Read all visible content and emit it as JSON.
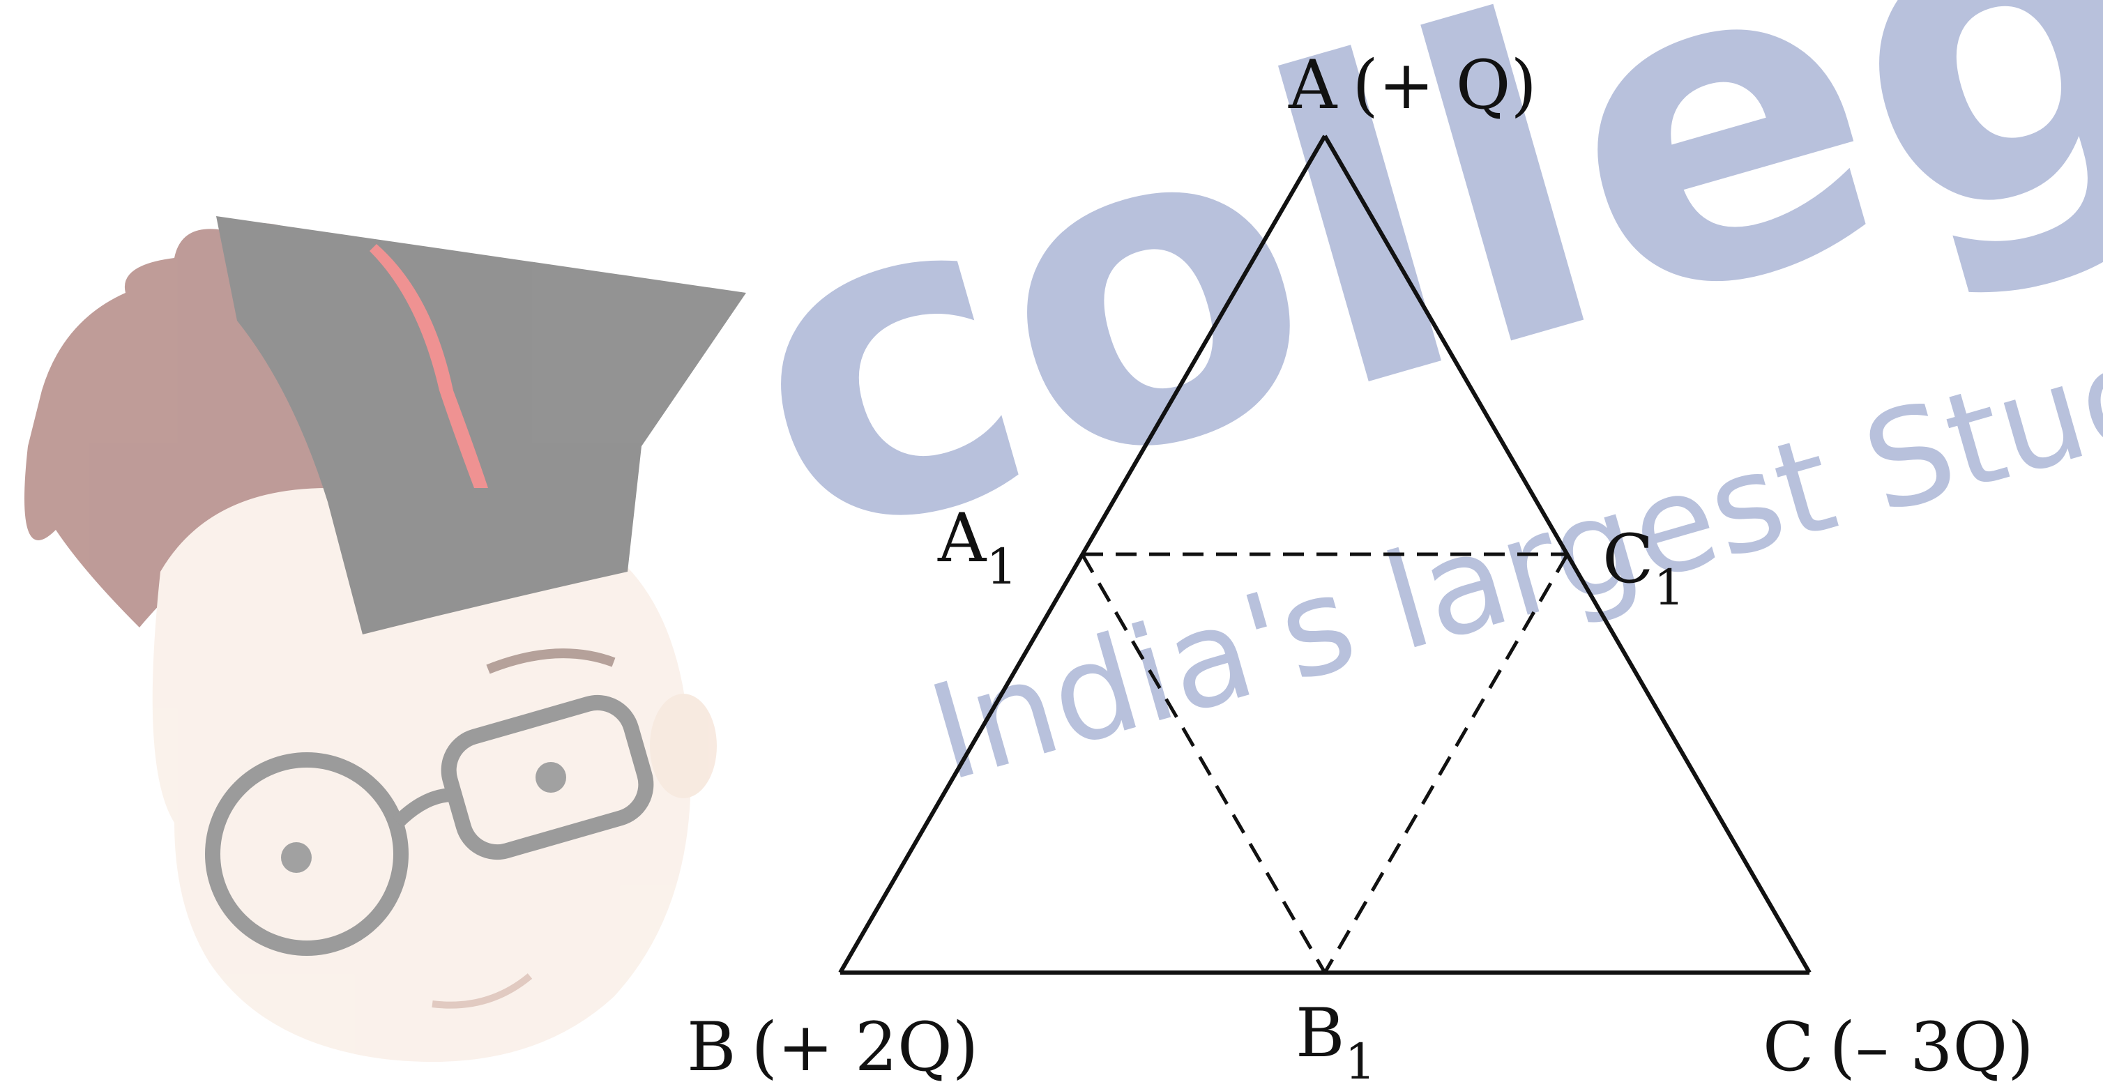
{
  "watermark": {
    "brand": "college",
    "tagline": "India's largest Student",
    "brand_color": "#6f80b8"
  },
  "diagram": {
    "vertices": {
      "A": {
        "letter": "A",
        "charge": "(+ Q)"
      },
      "B": {
        "letter": "B",
        "charge": "(+ 2Q)"
      },
      "C": {
        "letter": "C",
        "charge": "(– 3Q)"
      }
    },
    "midpoints": {
      "A1": {
        "letter": "A",
        "subscript": "1"
      },
      "B1": {
        "letter": "B",
        "subscript": "1"
      },
      "C1": {
        "letter": "C",
        "subscript": "1"
      }
    },
    "line_color": "#111111"
  }
}
